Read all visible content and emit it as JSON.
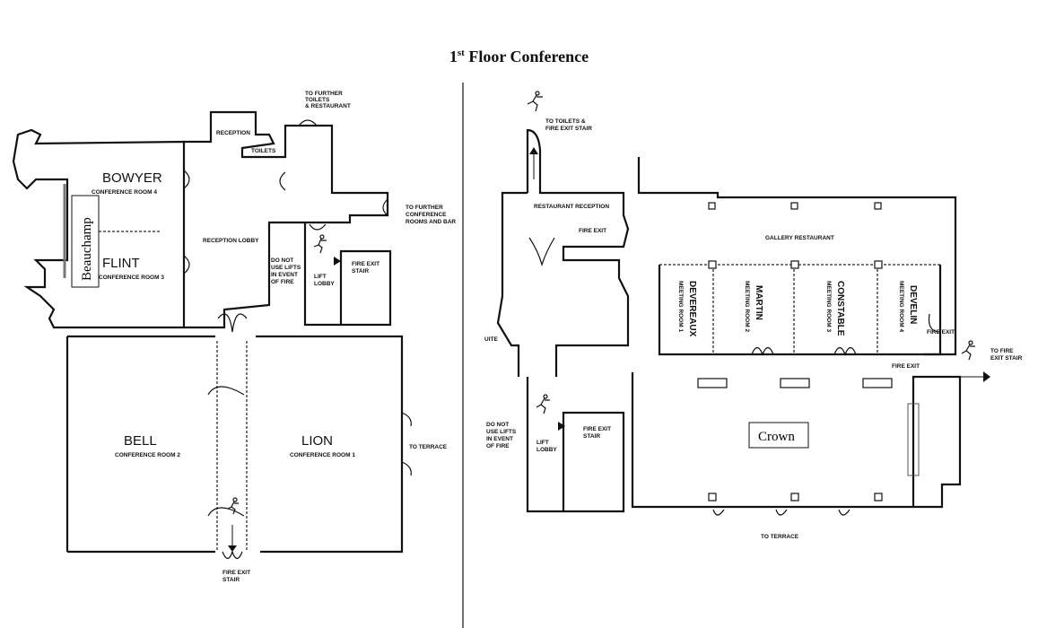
{
  "title": {
    "prefix": "1",
    "sup": "st",
    "rest": " Floor Conference"
  },
  "left_plan": {
    "rooms": [
      {
        "name": "BOWYER",
        "subtitle": "CONFERENCE ROOM 4"
      },
      {
        "name": "FLINT",
        "subtitle": "CONFERENCE ROOM 3"
      },
      {
        "name": "BELL",
        "subtitle": "CONFERENCE ROOM 2"
      },
      {
        "name": "LION",
        "subtitle": "CONFERENCE ROOM 1"
      }
    ],
    "overlay_label": "Beauchamp",
    "labels": {
      "reception": "RECEPTION",
      "toilets": "TOILETS",
      "reception_lobby": "RECEPTION LOBBY",
      "to_further_toilets": [
        "TO FURTHER",
        "TOILETS",
        "& RESTAURANT"
      ],
      "to_further_conference": [
        "TO FURTHER",
        "CONFERENCE",
        "ROOMS AND BAR"
      ],
      "do_not_use_lifts": [
        "DO NOT",
        "USE LIFTS",
        "IN EVENT",
        "OF FIRE"
      ],
      "lift_lobby": [
        "LIFT",
        "LOBBY"
      ],
      "fire_exit_stair": [
        "FIRE EXIT",
        "STAIR"
      ],
      "to_terrace": "TO TERRACE",
      "fire_exit_stair_bottom": [
        "FIRE EXIT",
        "STAIR"
      ]
    }
  },
  "right_plan": {
    "labels": {
      "to_toilets_fire_exit": [
        "TO TOILETS &",
        "FIRE EXIT STAIR"
      ],
      "restaurant_reception": "RESTAURANT RECEPTION",
      "fire_exit": "FIRE EXIT",
      "gallery_restaurant": "GALLERY RESTAURANT",
      "suite": "UITE",
      "do_not_use_lifts": [
        "DO NOT",
        "USE LIFTS",
        "IN EVENT",
        "OF FIRE"
      ],
      "lift_lobby": [
        "LIFT",
        "LOBBY"
      ],
      "fire_exit_stair": [
        "FIRE EXIT",
        "STAIR"
      ],
      "fire_exit_right": "FIRE EXIT",
      "fire_exit_lower": "FIRE EXIT",
      "to_fire_exit_stair": [
        "TO FIRE",
        "EXIT STAIR"
      ],
      "to_terrace": "TO TERRACE"
    },
    "meeting_rooms": [
      {
        "name": "DEVEREAUX",
        "subtitle": "MEETING ROOM 1"
      },
      {
        "name": "MARTIN",
        "subtitle": "MEETING ROOM 2"
      },
      {
        "name": "CONSTABLE",
        "subtitle": "MEETING ROOM 3"
      },
      {
        "name": "DEVELIN",
        "subtitle": "MEETING ROOM 4"
      }
    ],
    "overlay_label": "Crown"
  },
  "icons": [
    "running-man-icon",
    "arrow-icon",
    "door-swing-icon"
  ]
}
